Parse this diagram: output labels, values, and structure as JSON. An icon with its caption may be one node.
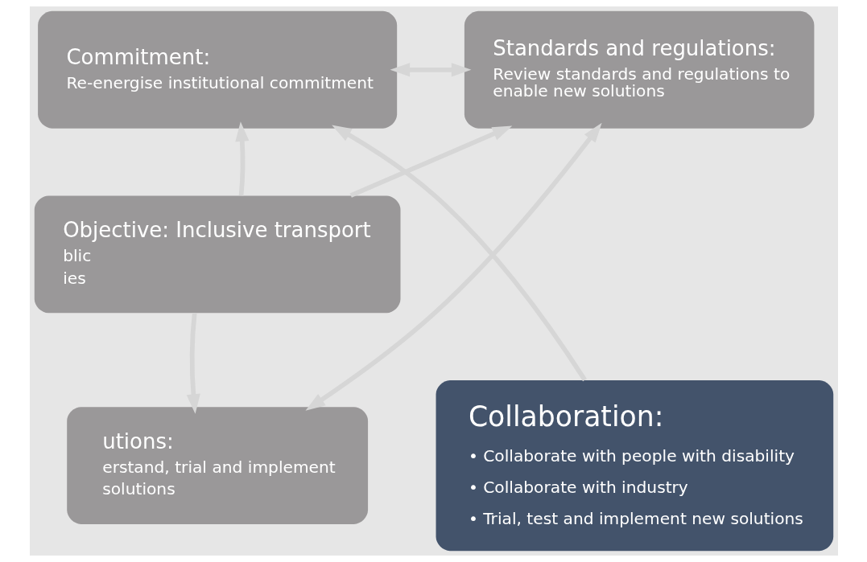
{
  "diagram": {
    "nodes": [
      {
        "text": [
          "Commitment:",
          "Re-energise institutional commitment"
        ]
      },
      {
        "text": [
          "Standards and regulations:",
          "Review standards and regulations to enable new solutions"
        ]
      },
      {
        "text": [
          "Objective: Inclusive transport",
          "blic",
          "ies"
        ]
      },
      {
        "text": [
          "utions:",
          "erstand, trial and implement",
          "solutions"
        ]
      },
      {
        "text": [
          "Collaboration:",
          "• Collaborate with people with disability",
          "• Collaborate with industry",
          "• Trial, test and implement new solutions"
        ]
      }
    ],
    "edges": [
      {
        "from": 0,
        "to": 1,
        "arrow": "both"
      },
      {
        "from": 2,
        "to": 0,
        "arrow": "to"
      },
      {
        "from": 2,
        "to": 1,
        "arrow": "to"
      },
      {
        "from": 4,
        "to": 0,
        "arrow": "to"
      },
      {
        "from": 1,
        "to": 3,
        "arrow": "both"
      },
      {
        "from": 2,
        "to": 3,
        "arrow": "to"
      }
    ]
  }
}
